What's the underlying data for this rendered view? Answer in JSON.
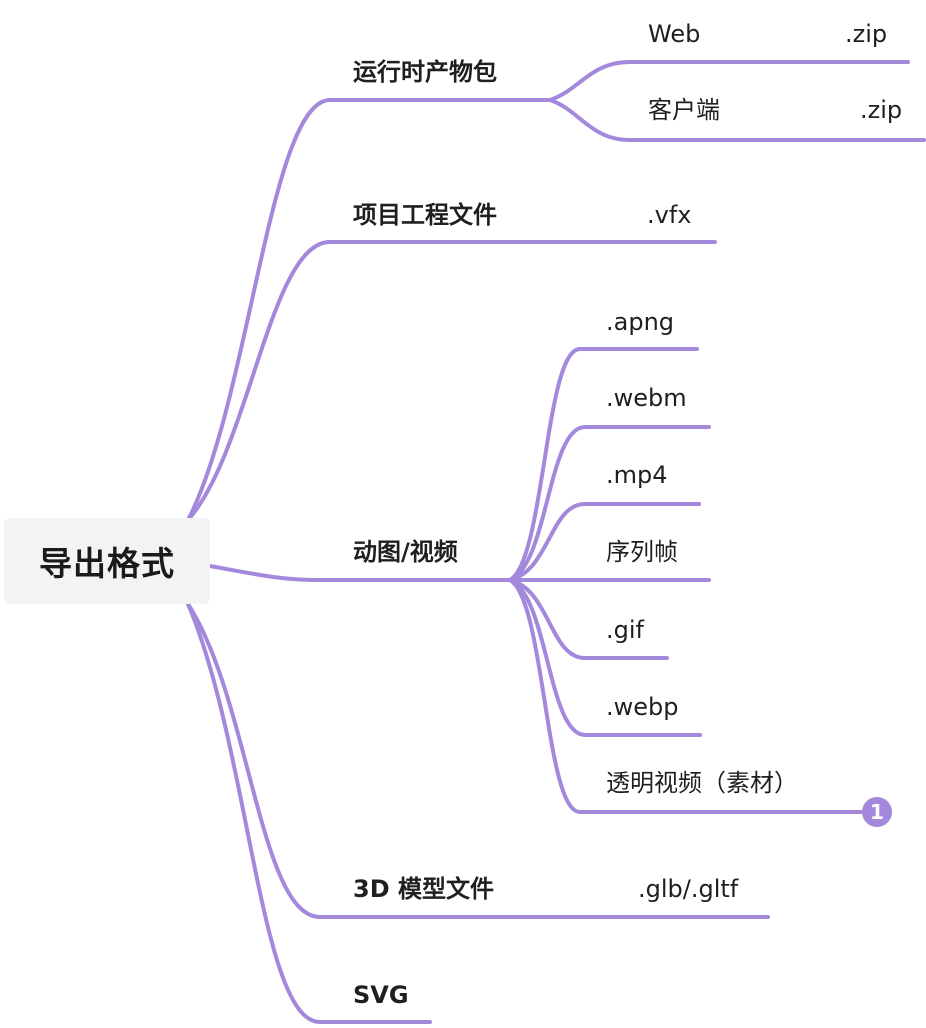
{
  "root": {
    "label": "导出格式"
  },
  "accent_color": "#a388dc",
  "branches": {
    "runtime": {
      "label": "运行时产物包",
      "leaves": [
        {
          "label": "Web",
          "ext": ".zip"
        },
        {
          "label": "客户端",
          "ext": ".zip"
        }
      ]
    },
    "project": {
      "label": "项目工程文件",
      "ext": ".vfx"
    },
    "anim": {
      "label": "动图/视频",
      "leaves": [
        ".apng",
        ".webm",
        ".mp4",
        "序列帧",
        ".gif",
        ".webp",
        "透明视频（素材）"
      ],
      "badge": "1"
    },
    "model": {
      "label": "3D 模型文件",
      "ext": ".glb/.gltf"
    },
    "svg": {
      "label": "SVG"
    }
  }
}
